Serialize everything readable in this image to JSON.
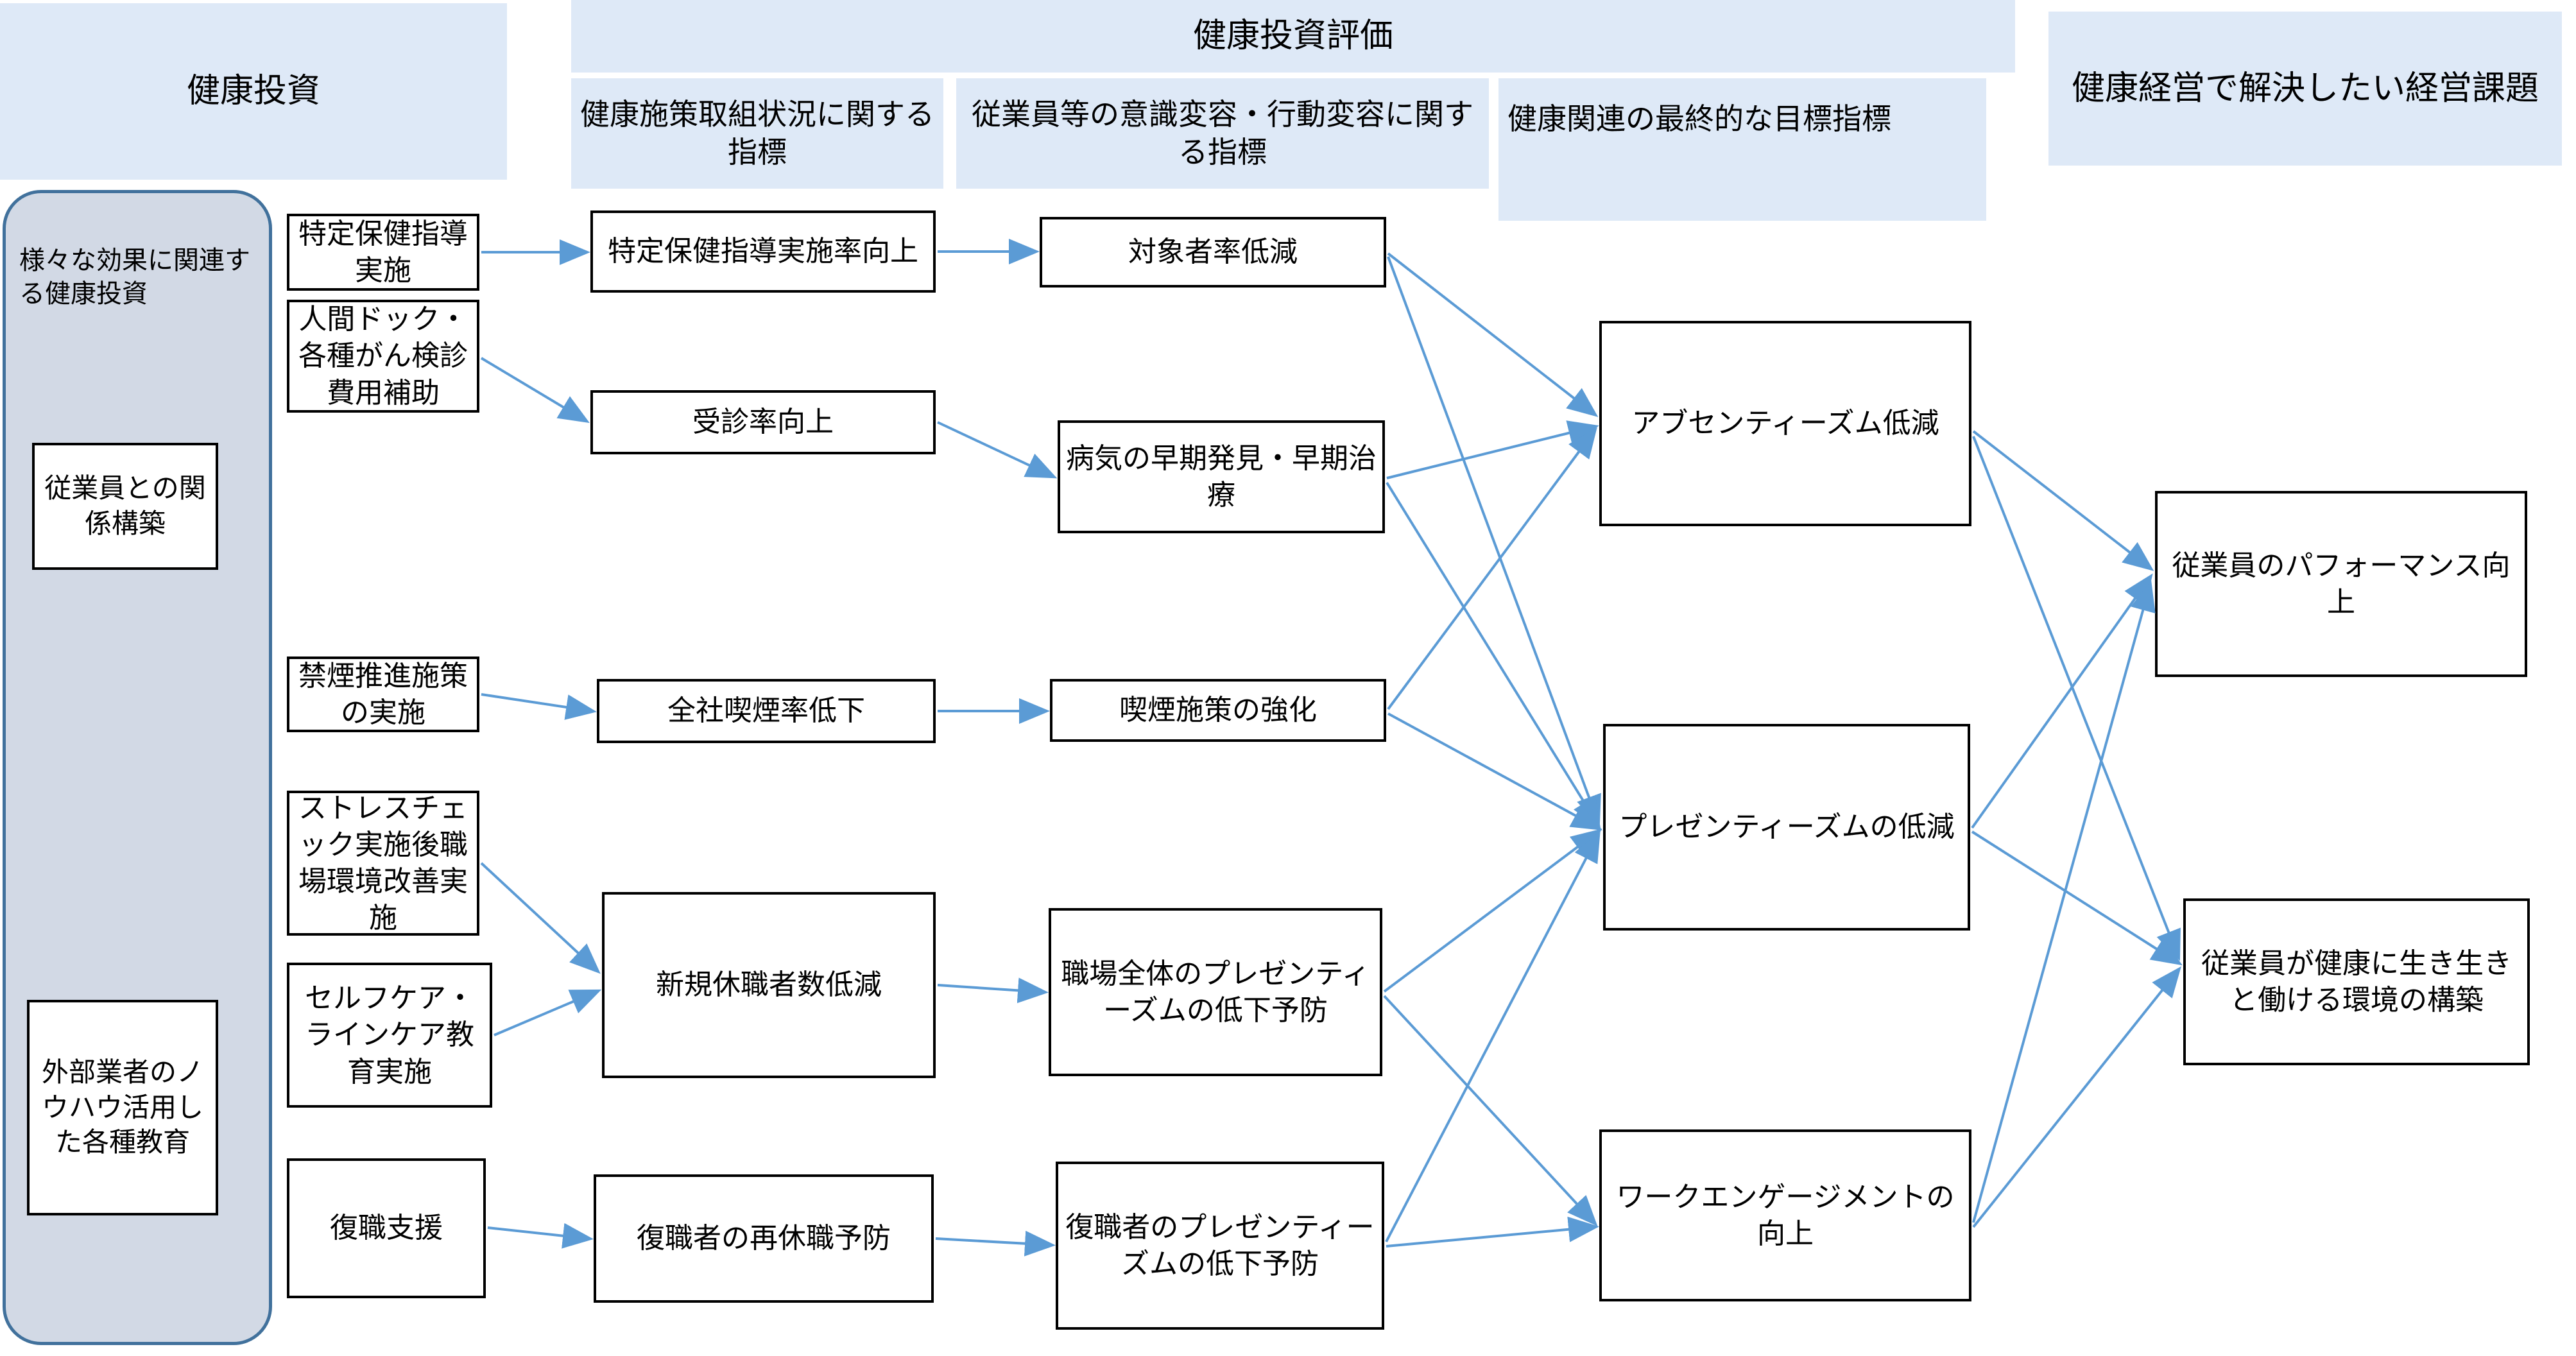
{
  "headers": {
    "investment": "健康投資",
    "evaluation": "健康投資評価",
    "col_measure": "健康施策取組状況に関する指標",
    "col_behavior": "従業員等の意識変容・行動変容に関する指標",
    "col_goal": "健康関連の最終的な目標指標",
    "col_issue": "健康経営で解決したい経営課題"
  },
  "investment_group": {
    "caption": "様々な効果に関連する健康投資",
    "items": [
      {
        "label": "従業員との関係構築"
      },
      {
        "label": "外部業者のノウハウ活用した各種教育"
      }
    ]
  },
  "measures": [
    {
      "id": "m1",
      "label": "特定保健指導実施"
    },
    {
      "id": "m2",
      "label": "人間ドック・各種がん検診費用補助"
    },
    {
      "id": "m3",
      "label": "禁煙推進施策の実施"
    },
    {
      "id": "m4",
      "label": "ストレスチェック実施後職場環境改善実施"
    },
    {
      "id": "m5",
      "label": "セルフケア・ラインケア教育実施"
    },
    {
      "id": "m6",
      "label": "復職支援"
    }
  ],
  "measure_indicators": [
    {
      "id": "i1",
      "label": "特定保健指導実施率向上"
    },
    {
      "id": "i2",
      "label": "受診率向上"
    },
    {
      "id": "i3",
      "label": "全社喫煙率低下"
    },
    {
      "id": "i4",
      "label": "新規休職者数低減"
    },
    {
      "id": "i5",
      "label": "復職者の再休職予防"
    }
  ],
  "behavior_indicators": [
    {
      "id": "b1",
      "label": "対象者率低減"
    },
    {
      "id": "b2",
      "label": "病気の早期発見・早期治療"
    },
    {
      "id": "b3",
      "label": "喫煙施策の強化"
    },
    {
      "id": "b4",
      "label": "職場全体のプレゼンティーズムの低下予防"
    },
    {
      "id": "b5",
      "label": "復職者のプレゼンティーズムの低下予防"
    }
  ],
  "goal_indicators": [
    {
      "id": "g1",
      "label": "アブセンティーズム低減"
    },
    {
      "id": "g2",
      "label": "プレゼンティーズムの低減"
    },
    {
      "id": "g3",
      "label": "ワークエンゲージメントの向上"
    }
  ],
  "management_issues": [
    {
      "id": "e1",
      "label": "従業員のパフォーマンス向上"
    },
    {
      "id": "e2",
      "label": "従業員が健康に生き生きと働ける環境の構築"
    }
  ],
  "colors": {
    "header_band": "#dee9f7",
    "group_fill": "#d2d9e5",
    "group_border": "#41719c",
    "arrow": "#5b9bd5",
    "node_border": "#000000"
  },
  "edges": [
    {
      "from": "m1",
      "to": "i1"
    },
    {
      "from": "m2",
      "to": "i2"
    },
    {
      "from": "m3",
      "to": "i3"
    },
    {
      "from": "m4",
      "to": "i4"
    },
    {
      "from": "m5",
      "to": "i4"
    },
    {
      "from": "m6",
      "to": "i5"
    },
    {
      "from": "i1",
      "to": "b1"
    },
    {
      "from": "i2",
      "to": "b2"
    },
    {
      "from": "i3",
      "to": "b3"
    },
    {
      "from": "i4",
      "to": "b4"
    },
    {
      "from": "i5",
      "to": "b5"
    },
    {
      "from": "b1",
      "to": "g1"
    },
    {
      "from": "b1",
      "to": "g2"
    },
    {
      "from": "b2",
      "to": "g1"
    },
    {
      "from": "b2",
      "to": "g2"
    },
    {
      "from": "b3",
      "to": "g1"
    },
    {
      "from": "b3",
      "to": "g2"
    },
    {
      "from": "b4",
      "to": "g2"
    },
    {
      "from": "b5",
      "to": "g2"
    },
    {
      "from": "b5",
      "to": "g3"
    },
    {
      "from": "b4",
      "to": "g3"
    },
    {
      "from": "g1",
      "to": "e1"
    },
    {
      "from": "g1",
      "to": "e2"
    },
    {
      "from": "g2",
      "to": "e1"
    },
    {
      "from": "g2",
      "to": "e2"
    },
    {
      "from": "g3",
      "to": "e1"
    },
    {
      "from": "g3",
      "to": "e2"
    }
  ]
}
